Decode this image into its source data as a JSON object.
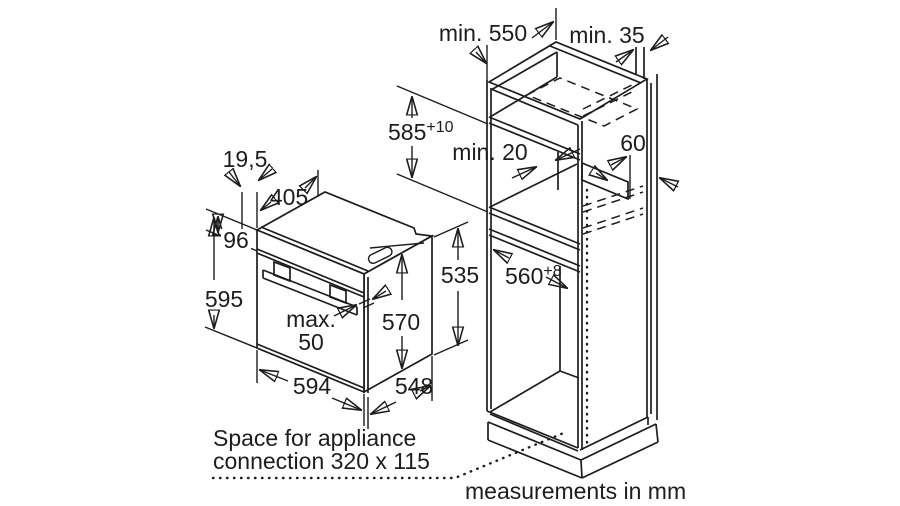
{
  "diagram": {
    "title_note": "measurements in mm",
    "connection_note": {
      "line1": "Space for appliance",
      "line2": "connection 320 x 115"
    },
    "dimensions": {
      "cabinet_depth": "min. 550",
      "wall_gap": "min. 35",
      "niche_height": "585",
      "niche_height_tolerance": "+10",
      "rear_shelf_gap": "min. 20",
      "vent_cutout": "60",
      "front_overhang": "19,5",
      "top_depth": "405",
      "panel_height": "96",
      "oven_height": "595",
      "handle_clearance_line1": "max.",
      "handle_clearance_line2": "50",
      "body_height": "570",
      "back_height": "535",
      "oven_width": "594",
      "oven_depth": "548",
      "niche_depth": "560",
      "niche_depth_tolerance": "+8"
    }
  }
}
